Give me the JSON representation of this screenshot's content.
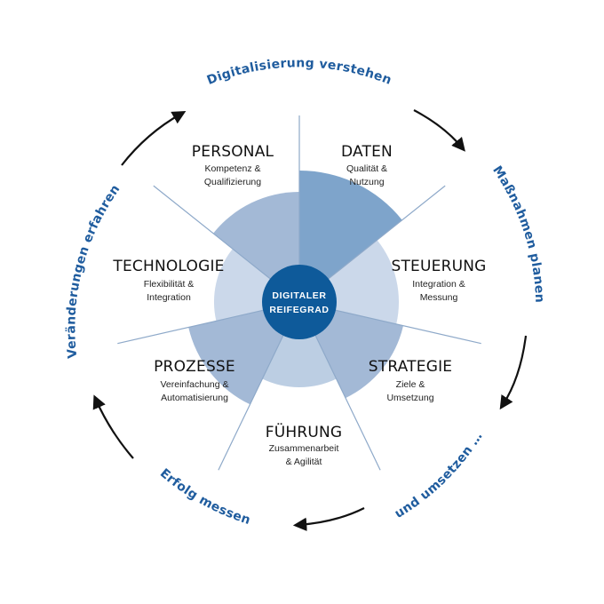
{
  "center": {
    "line1": "DIGITALER",
    "line2": "REIFEGRAD"
  },
  "segments": [
    {
      "title": "PERSONAL",
      "sub1": "Kompetenz &",
      "sub2": "Qualifizierung",
      "level": 0.62,
      "color": "#a3b9d6"
    },
    {
      "title": "DATEN",
      "sub1": "Qualität &",
      "sub2": "Nutzung",
      "level": 0.74,
      "color": "#7ea4cb"
    },
    {
      "title": "STEUERUNG",
      "sub1": "Integration &",
      "sub2": "Messung",
      "level": 0.56,
      "color": "#cbd8ea"
    },
    {
      "title": "STRATEGIE",
      "sub1": "Ziele &",
      "sub2": "Umsetzung",
      "level": 0.6,
      "color": "#a3b9d6"
    },
    {
      "title": "FÜHRUNG",
      "sub1": "Zusammenarbeit",
      "sub2": "& Agilität",
      "level": 0.48,
      "color": "#bccee3"
    },
    {
      "title": "PROZESSE",
      "sub1": "Vereinfachung &",
      "sub2": "Automatisierung",
      "level": 0.64,
      "color": "#a3b9d6"
    },
    {
      "title": "TECHNOLOGIE",
      "sub1": "Flexibilität &",
      "sub2": "Integration",
      "level": 0.48,
      "color": "#cbd8ea"
    }
  ],
  "cycle": [
    "Digitalisierung verstehen",
    "Maßnahmen planen",
    "und umsetzen …",
    "Erfolg messen",
    "Veränderungen erfahren"
  ],
  "colors": {
    "center_fill": "#0e5a9a",
    "ring_text": "#1f5c9e",
    "spoke": "#8ea9c9",
    "arrow": "#111111"
  }
}
